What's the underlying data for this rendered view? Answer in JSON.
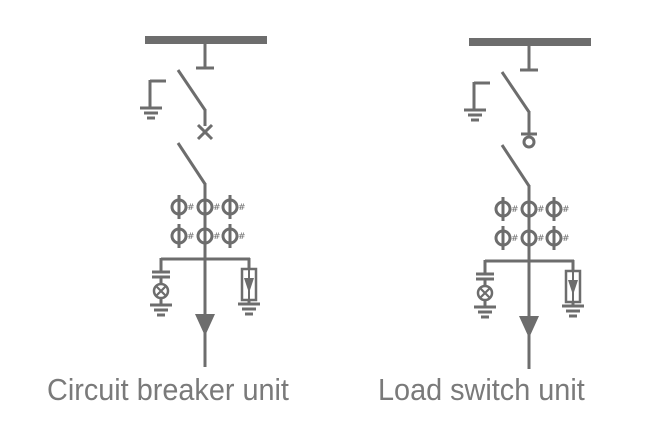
{
  "colors": {
    "stroke": "#6d6d6d",
    "text": "#7a7a7a",
    "background": "#ffffff"
  },
  "units": [
    {
      "id": "circuit-breaker",
      "label": "Circuit breaker unit",
      "main_switch": "circuit-breaker",
      "ct_marker": "#",
      "symbols": [
        "busbar",
        "disconnector",
        "earthing-switch",
        "circuit-breaker",
        "disconnector",
        "current-transformer-x6",
        "capacitor",
        "indicator-lamp",
        "surge-arrester",
        "cable-outgoing-arrow"
      ]
    },
    {
      "id": "load-switch",
      "label": "Load switch unit",
      "main_switch": "load-switch",
      "ct_marker": "#",
      "symbols": [
        "busbar",
        "disconnector",
        "earthing-switch",
        "load-switch",
        "disconnector",
        "current-transformer-x6",
        "capacitor",
        "indicator-lamp",
        "surge-arrester",
        "cable-outgoing-arrow"
      ]
    }
  ]
}
